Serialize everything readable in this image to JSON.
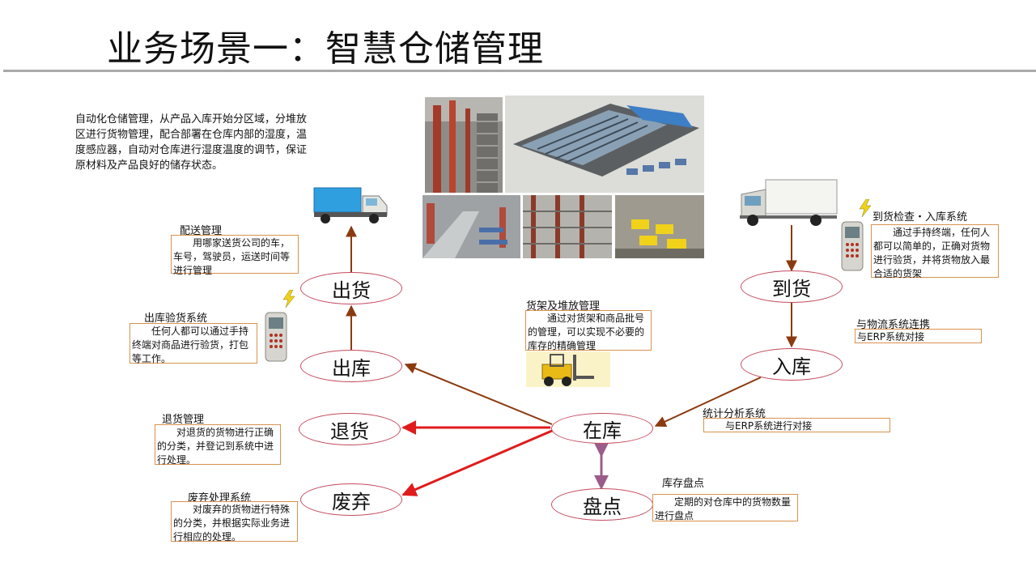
{
  "title": "业务场景一：智慧仓储管理",
  "intro": "自动化仓储管理，从产品入库开始分区域，分堆放区进行货物管理，配合部署在仓库内部的湿度，温度感应器，自动对仓库进行湿度温度的调节，保证原材料及产品良好的储存状态。",
  "nodes": {
    "chuhuo": "出货",
    "chuku": "出库",
    "tuihuo": "退货",
    "feiqi": "废弃",
    "daohuo": "到货",
    "ruku": "入库",
    "zaiku": "在库",
    "pandian": "盘点"
  },
  "notes": {
    "peisong": {
      "title": "配送管理",
      "text": "用哪家送货公司的车，车号，驾驶员，运送时间等进行管理"
    },
    "chuku_yanhuo": {
      "title": "出库验货系统",
      "text": "任何人都可以通过手持终端对商品进行验货，打包等工作。"
    },
    "tuihuo_guanli": {
      "title": "退货管理",
      "text": "对退货的货物进行正确的分类，并登记到系统中进行处理。"
    },
    "feiqi_chuli": {
      "title": "废弃处理系统",
      "text": "对废弃的货物进行特殊的分类，并根据实际业务进行相应的处理。"
    },
    "daohuo_jiancha": {
      "title": "到货检查・入库系统",
      "text": "通过手持终端，任何人都可以简单的，正确对货物进行验货，并将货物放入最合适的货架"
    },
    "wuliu": {
      "title": "与物流系统连携",
      "text": "与ERP系统对接"
    },
    "tongji": {
      "title": "统计分析系统",
      "text": "与ERP系统进行对接"
    },
    "huojia": {
      "title": "货架及堆放管理",
      "text": "通过对货架和商品批号的管理，可以实现不必要的库存的精确管理"
    },
    "kucun": {
      "title": "库存盘点",
      "text": "定期的对仓库中的货物数量进行盘点"
    }
  },
  "colors": {
    "brown_arrow": "#8b3a10",
    "red_arrow": "#e01b1b",
    "purple_arrow": "#9b5c8a",
    "node_border": "#c44a5e",
    "note_border": "#d9924f"
  },
  "icons": [
    "delivery-truck-icon",
    "refrigerated-truck-icon",
    "handheld-terminal-icon",
    "lightning-icon",
    "forklift-icon",
    "warehouse-photo"
  ]
}
